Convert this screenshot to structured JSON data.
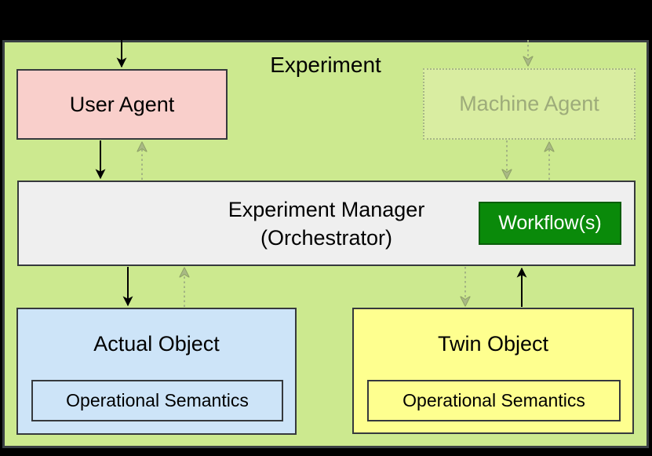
{
  "diagram": {
    "title": "Experiment",
    "nodes": {
      "user_agent": {
        "label": "User Agent"
      },
      "machine_agent": {
        "label": "Machine Agent"
      },
      "experiment_manager": {
        "label_line1": "Experiment Manager",
        "label_line2": "(Orchestrator)"
      },
      "workflow": {
        "label": "Workflow(s)"
      },
      "actual_object": {
        "label": "Actual Object",
        "sub_label": "Operational Semantics"
      },
      "twin_object": {
        "label": "Twin Object",
        "sub_label": "Operational Semantics"
      }
    },
    "colors": {
      "page_background": "#000000",
      "container_fill": "#cce98f",
      "container_stroke": "#3a3f44",
      "user_agent_fill": "#f9cfcb",
      "machine_agent_fill": "#d9eda1",
      "machine_agent_text": "#9dab7a",
      "manager_fill": "#efefef",
      "workflow_fill": "#0a8a0a",
      "workflow_text": "#ffffff",
      "actual_object_fill": "#cde4f8",
      "twin_object_fill": "#feff8f",
      "solid_arrow": "#000000",
      "dotted_arrow": "#a3b483"
    },
    "edges": [
      {
        "from": "external-top",
        "to": "user_agent",
        "style": "solid"
      },
      {
        "from": "external-top",
        "to": "machine_agent",
        "style": "dotted"
      },
      {
        "from": "user_agent",
        "to": "experiment_manager",
        "style": "solid"
      },
      {
        "from": "experiment_manager",
        "to": "user_agent",
        "style": "dotted"
      },
      {
        "from": "machine_agent",
        "to": "experiment_manager",
        "style": "dotted"
      },
      {
        "from": "experiment_manager",
        "to": "machine_agent",
        "style": "dotted"
      },
      {
        "from": "experiment_manager",
        "to": "actual_object",
        "style": "solid"
      },
      {
        "from": "actual_object",
        "to": "experiment_manager",
        "style": "dotted"
      },
      {
        "from": "experiment_manager",
        "to": "twin_object",
        "style": "dotted"
      },
      {
        "from": "twin_object",
        "to": "experiment_manager",
        "style": "solid"
      }
    ]
  }
}
